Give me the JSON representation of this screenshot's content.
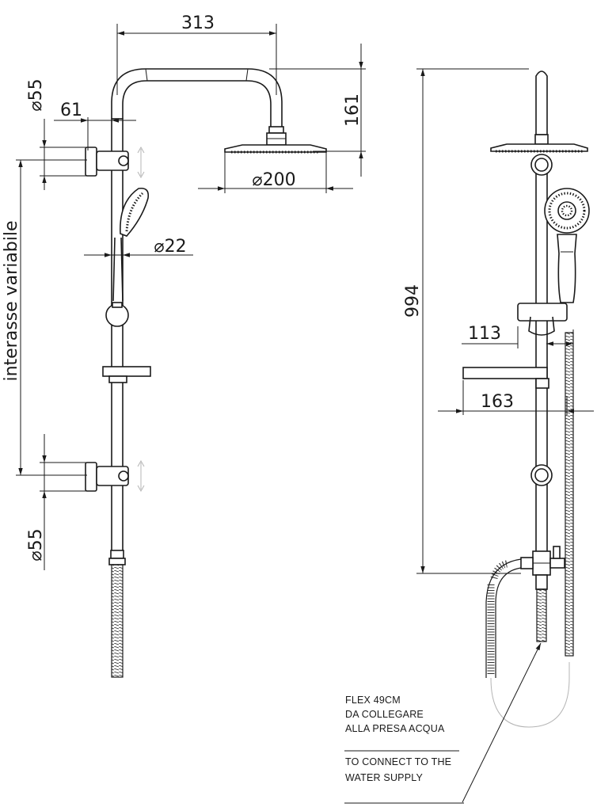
{
  "dimensions": {
    "top_width": "313",
    "arm_height": "161",
    "head_diameter": "⌀200",
    "wall_offset": "61",
    "bracket_top": "⌀55",
    "bracket_bottom": "⌀55",
    "rail_diameter": "⌀22",
    "variable_spacing": "interasse variabile",
    "total_height": "994",
    "depth_handshower": "113",
    "depth_shelf": "163"
  },
  "notes": {
    "it_line1": "FLEX 49CM",
    "it_line2": "DA COLLEGARE",
    "it_line3": "ALLA PRESA ACQUA",
    "en_line1": "TO CONNECT TO THE",
    "en_line2": "WATER SUPPLY"
  }
}
